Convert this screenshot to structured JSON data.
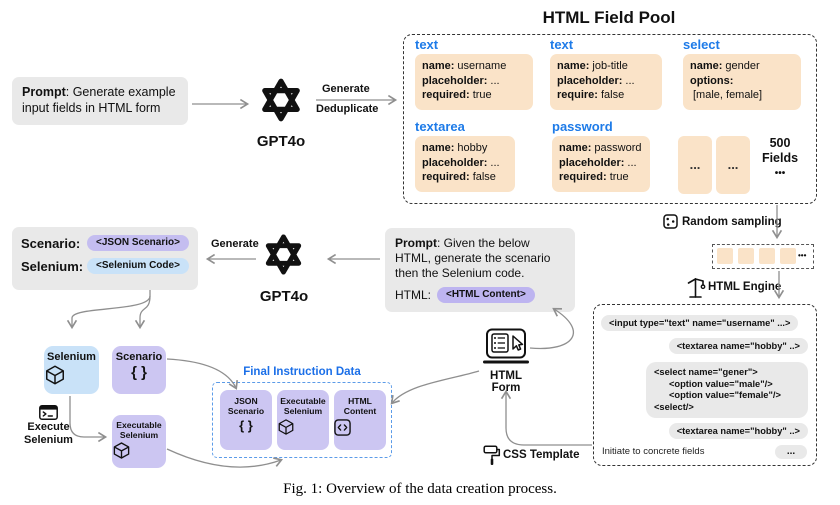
{
  "caption": "Fig. 1: Overview of the data creation process.",
  "colors": {
    "peach": "#FAE3C8",
    "gray_box": "#E9E9E9",
    "field_type_blue": "#1E7BE8",
    "final_title_blue": "#1B6FE8",
    "purple_card": "#CCC6F2",
    "purple_pill": "#C4BDF0",
    "blue_card": "#C9E2F8",
    "arrow_gray": "#8f8f8f"
  },
  "prompt1": {
    "bold": "Prompt",
    "rest": ": Generate example input fields in HTML form"
  },
  "gpt1": {
    "label": "GPT4o"
  },
  "gen_dedup": {
    "top": "Generate",
    "bottom": "Deduplicate"
  },
  "pool": {
    "title": "HTML Field Pool",
    "fields": [
      {
        "type": "text",
        "rows": [
          {
            "k": "name:",
            "v": "username"
          },
          {
            "k": "placeholder:",
            "v": "..."
          },
          {
            "k": "required:",
            "v": "true"
          }
        ]
      },
      {
        "type": "text",
        "rows": [
          {
            "k": "name:",
            "v": "job-title"
          },
          {
            "k": "placeholder:",
            "v": "..."
          },
          {
            "k": "require:",
            "v": "false"
          }
        ]
      },
      {
        "type": "select",
        "rows": [
          {
            "k": "name:",
            "v": "gender"
          },
          {
            "k": "options:",
            "v": ""
          },
          {
            "k": "",
            "v": "[male, female]"
          }
        ]
      },
      {
        "type": "textarea",
        "rows": [
          {
            "k": "name:",
            "v": "hobby"
          },
          {
            "k": "placeholder:",
            "v": "..."
          },
          {
            "k": "required:",
            "v": "false"
          }
        ]
      },
      {
        "type": "password",
        "rows": [
          {
            "k": "name:",
            "v": "password"
          },
          {
            "k": "placeholder:",
            "v": "..."
          },
          {
            "k": "required:",
            "v": "true"
          }
        ]
      }
    ],
    "ellipsis_cards": [
      "...",
      "..."
    ],
    "count": {
      "num": "500",
      "unit": "Fields",
      "dots": "•••"
    }
  },
  "sampling": {
    "label": "Random sampling",
    "strip_dots": "•••",
    "dice_icon": "dice"
  },
  "engine": {
    "label": "HTML Engine",
    "crane_icon": "crane"
  },
  "code_box": {
    "pill1": "<input type=\"text\" name=\"username\" ...>",
    "pill2": "<textarea name=\"hobby\" ..>",
    "select_block": [
      "<select name=\"gener\">",
      "<option value=\"male\"/>",
      "<option value=\"female\"/>",
      "<select/>"
    ],
    "pill4": "<textarea name=\"hobby\" ..>",
    "footer": "Initiate to concrete fields",
    "footer_dots": "..."
  },
  "scenario_box": {
    "label1": "Scenario:",
    "pill1": "<JSON Scenario>",
    "label2": "Selenium:",
    "pill2": "<Selenium Code>"
  },
  "gen2_label": "Generate",
  "gpt2": {
    "label": "GPT4o"
  },
  "prompt2": {
    "bold": "Prompt",
    "rest": ": Given the below HTML, generate the scenario then the Selenium code.",
    "html_label": "HTML:",
    "pill": "<HTML Content>"
  },
  "bottom": {
    "selenium": "Selenium",
    "scenario": "Scenario",
    "execute": "Execute Selenium",
    "executable": "Executable Selenium",
    "braces_glyph": "{ }"
  },
  "final": {
    "title": "Final Instruction Data",
    "cards": [
      {
        "label": "JSON Scenario"
      },
      {
        "label": "Executable Selenium"
      },
      {
        "label": "HTML Content"
      }
    ]
  },
  "html_form_label": "HTML Form",
  "css_template_label": "CSS Template"
}
